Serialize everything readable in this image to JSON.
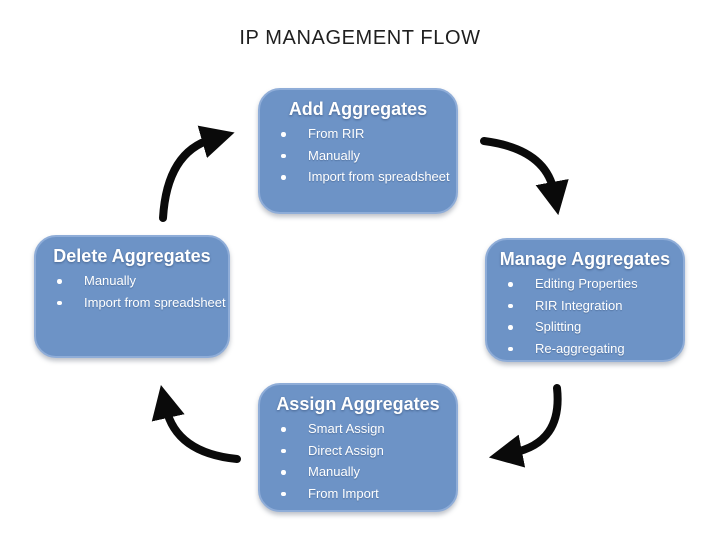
{
  "title": "IP MANAGEMENT FLOW",
  "colors": {
    "box_fill": "#6d93c6",
    "box_border": "#8fadd8",
    "box_text": "#ffffff",
    "title_text": "#1f1f1f",
    "arrow": "#0a0a0a",
    "background": "#ffffff"
  },
  "boxes": {
    "add": {
      "heading": "Add Aggregates",
      "items": [
        "From RIR",
        "Manually",
        "Import from spreadsheet"
      ]
    },
    "manage": {
      "heading": "Manage Aggregates",
      "items": [
        "Editing Properties",
        "RIR Integration",
        "Splitting",
        "Re-aggregating"
      ]
    },
    "assign": {
      "heading": "Assign Aggregates",
      "items": [
        "Smart Assign",
        "Direct Assign",
        "Manually",
        "From Import"
      ]
    },
    "delete": {
      "heading": "Delete Aggregates",
      "items": [
        "Manually",
        "Import from spreadsheet"
      ]
    }
  },
  "arrows": [
    {
      "name": "delete-to-add",
      "direction": "clockwise"
    },
    {
      "name": "add-to-manage",
      "direction": "clockwise"
    },
    {
      "name": "manage-to-assign",
      "direction": "clockwise"
    },
    {
      "name": "assign-to-delete",
      "direction": "clockwise"
    }
  ]
}
